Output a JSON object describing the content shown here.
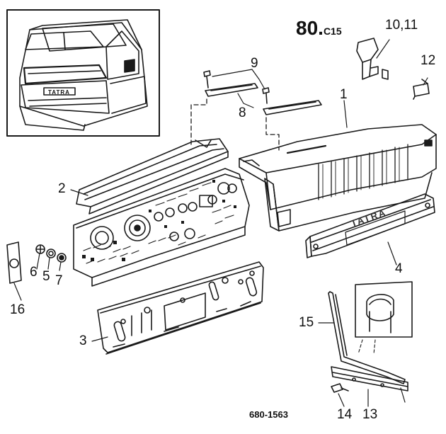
{
  "page_code": {
    "main": "80.",
    "suffix": "C15"
  },
  "drawing_number": "680-1563",
  "inset": {
    "badge_text": "TATRA"
  },
  "panel_badge_text": "TATRA",
  "callouts": [
    {
      "id": "1",
      "text": "1"
    },
    {
      "id": "2",
      "text": "2"
    },
    {
      "id": "3",
      "text": "3"
    },
    {
      "id": "4",
      "text": "4"
    },
    {
      "id": "5",
      "text": "5"
    },
    {
      "id": "6",
      "text": "6"
    },
    {
      "id": "7",
      "text": "7"
    },
    {
      "id": "8",
      "text": "8"
    },
    {
      "id": "9",
      "text": "9"
    },
    {
      "id": "10-11",
      "text": "10,11"
    },
    {
      "id": "12",
      "text": "12"
    },
    {
      "id": "13",
      "text": "13"
    },
    {
      "id": "14",
      "text": "14"
    },
    {
      "id": "15",
      "text": "15"
    },
    {
      "id": "16",
      "text": "16"
    }
  ],
  "colors": {
    "line": "#1a1a1a",
    "paper": "#ffffff"
  }
}
